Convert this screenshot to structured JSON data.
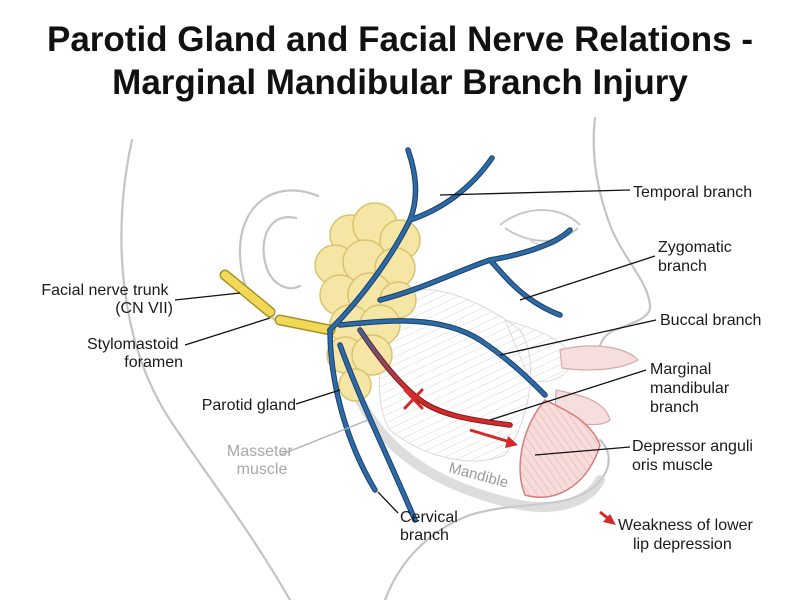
{
  "title": {
    "line1": "Parotid Gland and Facial Nerve Relations -",
    "line2": "Marginal Mandibular Branch Injury"
  },
  "labels": {
    "facial_trunk": [
      "Facial nerve trunk",
      "(CN VII)"
    ],
    "stylomastoid": [
      "Stylomastoid",
      "foramen"
    ],
    "parotid": "Parotid gland",
    "masseter": [
      "Masseter",
      "muscle"
    ],
    "mandible": "Mandible",
    "cervical": [
      "Cervical",
      "branch"
    ],
    "temporal": "Temporal branch",
    "zygomatic": [
      "Zygomatic",
      "branch"
    ],
    "buccal": "Buccal branch",
    "marginal": [
      "Marginal",
      "mandibular",
      "branch"
    ],
    "depressor": [
      "Depressor anguli",
      "oris muscle"
    ],
    "weakness": [
      "Weakness of lower",
      "lip depression"
    ]
  },
  "colors": {
    "nerve": "#2c6aa8",
    "nerve_outline": "#1d3f66",
    "injury": "#d42a2a",
    "parotid": "#f5e6a6",
    "trunk": "#f1d957",
    "outline": "#c4c4c4",
    "muscle": "#f6d4d4"
  }
}
